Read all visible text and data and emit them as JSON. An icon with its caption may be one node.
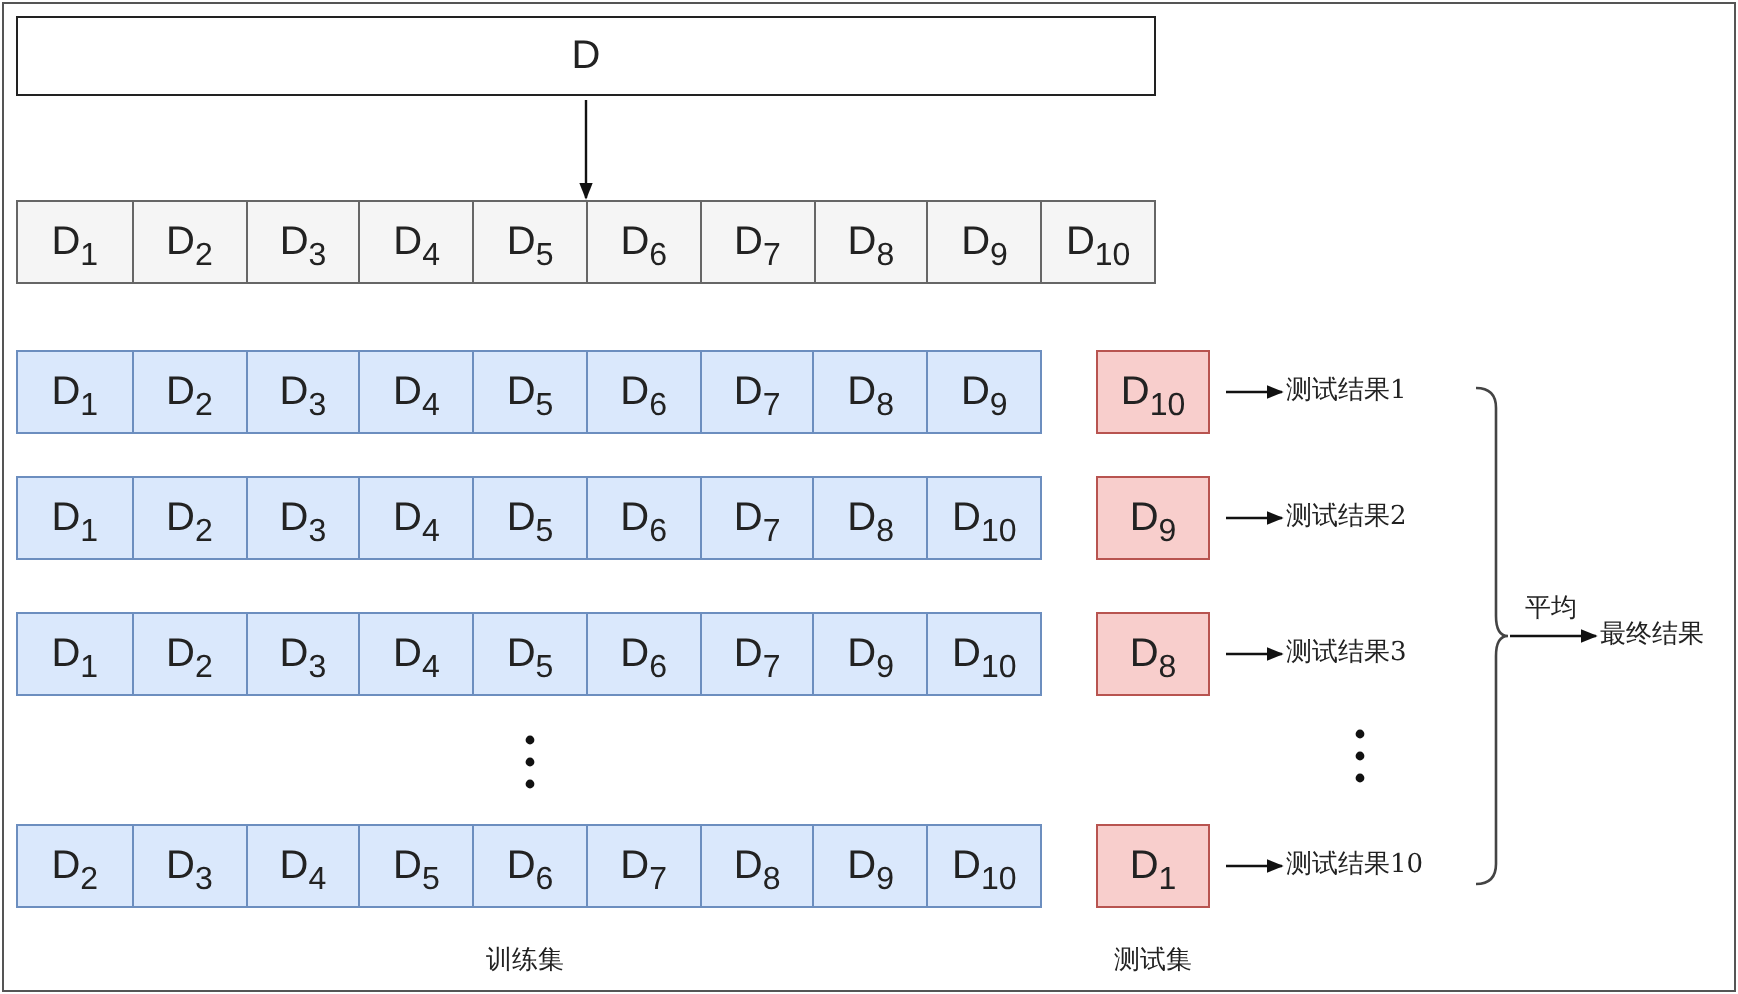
{
  "diagram": {
    "nodes": [
      {
        "text": [
          "D"
        ]
      },
      {
        "text": [],
        "shape": "bar"
      },
      {
        "text": [
          "D$_{1}$"
        ],
        "in": 1
      },
      {
        "text": [
          "D$_{2}$"
        ],
        "in": 1
      },
      {
        "text": [
          "D$_{3}$"
        ],
        "in": 1
      },
      {
        "text": [
          "D$_{4}$"
        ],
        "in": 1
      },
      {
        "text": [
          "D$_{5}$"
        ],
        "in": 1
      },
      {
        "text": [
          "D$_{6}$"
        ],
        "in": 1
      },
      {
        "text": [
          "D$_{7}$"
        ],
        "in": 1
      },
      {
        "text": [
          "D$_{8}$"
        ],
        "in": 1
      },
      {
        "text": [
          "D$_{9}$"
        ],
        "in": 1
      },
      {
        "text": [
          "D$_{10}$"
        ],
        "in": 1
      },
      {
        "text": [],
        "shape": "bar"
      },
      {
        "text": [
          "D$_{1}$"
        ],
        "in": 12
      },
      {
        "text": [
          "D$_{2}$"
        ],
        "in": 12
      },
      {
        "text": [
          "D$_{3}$"
        ],
        "in": 12
      },
      {
        "text": [
          "D$_{4}$"
        ],
        "in": 12
      },
      {
        "text": [
          "D$_{5}$"
        ],
        "in": 12
      },
      {
        "text": [
          "D$_{6}$"
        ],
        "in": 12
      },
      {
        "text": [
          "D$_{7}$"
        ],
        "in": 12
      },
      {
        "text": [
          "D$_{8}$"
        ],
        "in": 12
      },
      {
        "text": [
          "D$_{9}$"
        ],
        "in": 12
      },
      {
        "text": [
          "D$_{10}$"
        ]
      },
      {
        "text": [
          "测试结果1"
        ]
      },
      {
        "text": [],
        "shape": "bar"
      },
      {
        "text": [
          "D$_{1}$"
        ],
        "in": 24
      },
      {
        "text": [
          "D$_{2}$"
        ],
        "in": 24
      },
      {
        "text": [
          "D$_{3}$"
        ],
        "in": 24
      },
      {
        "text": [
          "D$_{4}$"
        ],
        "in": 24
      },
      {
        "text": [
          "D$_{5}$"
        ],
        "in": 24
      },
      {
        "text": [
          "D$_{6}$"
        ],
        "in": 24
      },
      {
        "text": [
          "D$_{7}$"
        ],
        "in": 24
      },
      {
        "text": [
          "D$_{8}$"
        ],
        "in": 24
      },
      {
        "text": [
          "D$_{10}$"
        ],
        "in": 24
      },
      {
        "text": [
          "D$_{9}$"
        ]
      },
      {
        "text": [
          "测试结果2"
        ]
      },
      {
        "text": [],
        "shape": "bar"
      },
      {
        "text": [
          "D$_{1}$"
        ],
        "in": 36
      },
      {
        "text": [
          "D$_{2}$"
        ],
        "in": 36
      },
      {
        "text": [
          "D$_{3}$"
        ],
        "in": 36
      },
      {
        "text": [
          "D$_{4}$"
        ],
        "in": 36
      },
      {
        "text": [
          "D$_{5}$"
        ],
        "in": 36
      },
      {
        "text": [
          "D$_{6}$"
        ],
        "in": 36
      },
      {
        "text": [
          "D$_{7}$"
        ],
        "in": 36
      },
      {
        "text": [
          "D$_{9}$"
        ],
        "in": 36
      },
      {
        "text": [
          "D$_{10}$"
        ],
        "in": 36
      },
      {
        "text": [
          "D$_{8}$"
        ]
      },
      {
        "text": [
          "测试结果3"
        ]
      },
      {
        "text": [],
        "shape": "bar"
      },
      {
        "text": [
          "D$_{2}$"
        ],
        "in": 48
      },
      {
        "text": [
          "D$_{3}$"
        ],
        "in": 48
      },
      {
        "text": [
          "D$_{4}$"
        ],
        "in": 48
      },
      {
        "text": [
          "D$_{5}$"
        ],
        "in": 48
      },
      {
        "text": [
          "D$_{6}$"
        ],
        "in": 48
      },
      {
        "text": [
          "D$_{7}$"
        ],
        "in": 48
      },
      {
        "text": [
          "D$_{8}$"
        ],
        "in": 48
      },
      {
        "text": [
          "D$_{9}$"
        ],
        "in": 48
      },
      {
        "text": [
          "D$_{10}$"
        ],
        "in": 48
      },
      {
        "text": [
          "D$_{1}$"
        ]
      },
      {
        "text": [
          "测试结果10"
        ]
      },
      {
        "text": [],
        "shape": "bracket"
      },
      {
        "text": [
          "最终结果"
        ]
      }
    ],
    "edges": [
      {
        "from": 0,
        "to": 1,
        "arrow": "to"
      },
      {
        "from": 22,
        "to": 23,
        "arrow": "to"
      },
      {
        "from": 34,
        "to": 35,
        "arrow": "to"
      },
      {
        "from": 46,
        "to": 47,
        "arrow": "to"
      },
      {
        "from": 58,
        "to": 59,
        "arrow": "to"
      },
      {
        "from": 60,
        "to": 61,
        "label": "平均",
        "arrow": "to"
      }
    ],
    "labels": [
      "训练集",
      "测试集"
    ]
  }
}
